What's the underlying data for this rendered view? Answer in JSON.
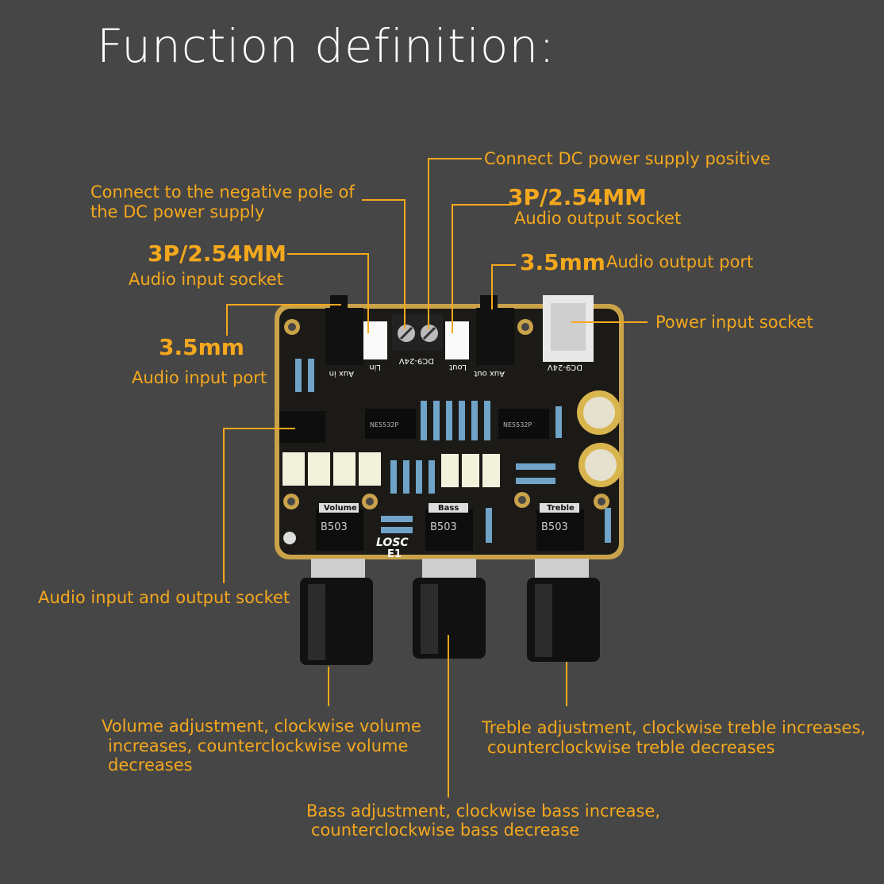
{
  "title": "Function definition:",
  "labels": {
    "dc_positive": "Connect DC power supply positive",
    "dc_negative_l1": "Connect to the negative pole of",
    "dc_negative_l2": "the DC power supply",
    "out_socket_spec": "3P/2.54MM",
    "out_socket": "Audio output socket",
    "in_socket_spec": "3P/2.54MM",
    "in_socket": "Audio input socket",
    "out_port_spec": "3.5mm",
    "out_port": "Audio output port",
    "power_socket": "Power input socket",
    "in_port_spec": "3.5mm",
    "in_port": "Audio input port",
    "io_socket": "Audio input and output socket",
    "volume_l1": "Volume adjustment, clockwise volume",
    "volume_l2": "increases, counterclockwise volume",
    "volume_l3": "decreases",
    "treble_l1": "Treble adjustment, clockwise treble increases,",
    "treble_l2": "counterclockwise treble decreases",
    "bass_l1": "Bass adjustment, clockwise bass increase,",
    "bass_l2": "counterclockwise bass decrease"
  },
  "board": {
    "silk_aux_in": "Aux in",
    "silk_lin": "Lin",
    "silk_dc": "DC9-24V",
    "silk_lout": "Lout",
    "silk_aux_out": "Aux out",
    "silk_dc2": "DC9-24V",
    "ic1": "NE5532P",
    "ic2": "NE5532P",
    "knob_volume": "Volume",
    "knob_bass": "Bass",
    "knob_treble": "Treble",
    "pot_code": "B503",
    "brand": "LOSC",
    "model": "E1"
  },
  "colors": {
    "accent": "#f4a81d",
    "background": "#464646",
    "board": "#1c1a17",
    "gold": "#c9a24a"
  }
}
